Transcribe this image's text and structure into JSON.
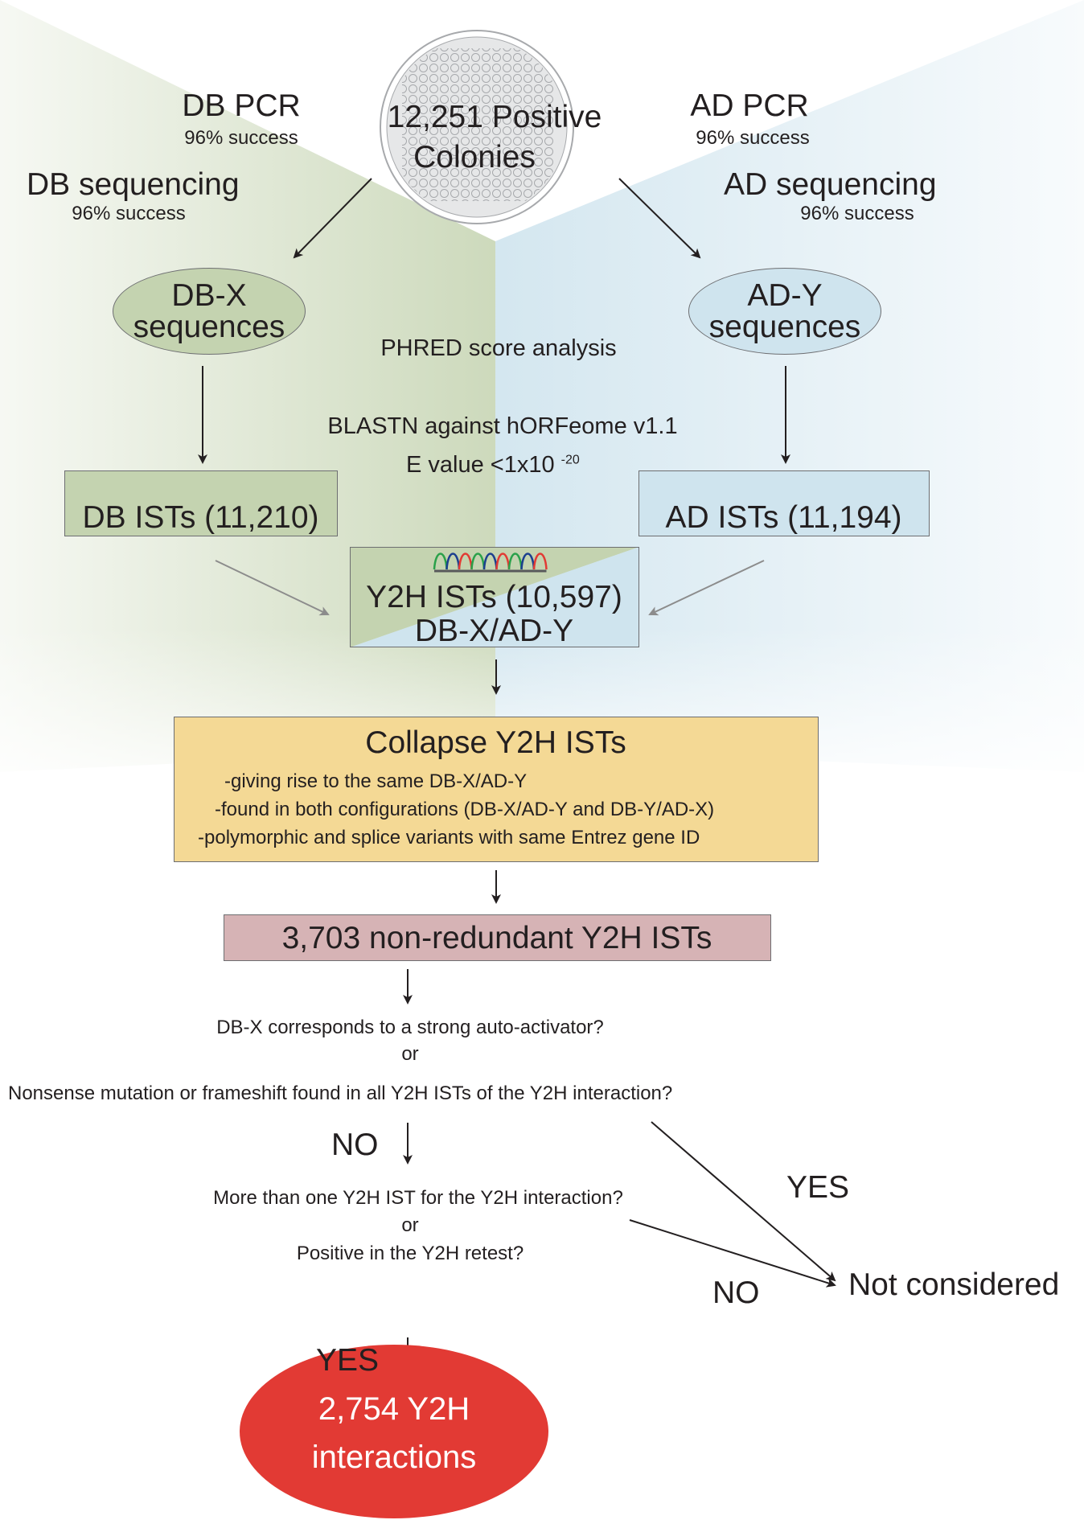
{
  "colors": {
    "green_fill": "#c4d3b0",
    "blue_fill": "#cfe4ee",
    "collapse_fill": "#f4d995",
    "nonredundant_fill": "#d6b3b5",
    "final_fill": "#e23a34",
    "final_text": "#ffffff",
    "arrow": "#231f20",
    "arrow_light": "#8c8c8c",
    "wave_colors": [
      "#2aa14a",
      "#1c3f8f",
      "#e23a34",
      "#2aa14a",
      "#1c3f8f",
      "#e23a34",
      "#2aa14a",
      "#1c3f8f",
      "#e23a34"
    ]
  },
  "plate": {
    "title": "12,251 Positive",
    "title2": "Colonies"
  },
  "left": {
    "pcr_label": "DB PCR",
    "pcr_success": "96% success",
    "seq_label": "DB sequencing",
    "seq_success": "96% success",
    "ellipse_line1": "DB-X",
    "ellipse_line2": "sequences",
    "ist_box": "DB ISTs (11,210)"
  },
  "right": {
    "pcr_label": "AD PCR",
    "pcr_success": "96% success",
    "seq_label": "AD sequencing",
    "seq_success": "96% success",
    "ellipse_line1": "AD-Y",
    "ellipse_line2": "sequences",
    "ist_box": "AD ISTs (11,194)"
  },
  "center": {
    "phred": "PHRED score analysis",
    "blastn": "BLASTN against hORFeome v1.1",
    "evalue": "E value <1x10",
    "evalue_exp": "-20"
  },
  "y2h_box": {
    "line1": "Y2H ISTs (10,597)",
    "line2": "DB-X/AD-Y"
  },
  "collapse": {
    "title": "Collapse Y2H ISTs",
    "items": [
      "-giving rise to the same DB-X/AD-Y",
      "-found in both configurations (DB-X/AD-Y and DB-Y/AD-X)",
      "-polymorphic and splice variants with same Entrez gene ID"
    ]
  },
  "nonredundant": "3,703 non-redundant Y2H ISTs",
  "question1": {
    "line1": "DB-X corresponds to a strong auto-activator?",
    "or": "or",
    "line2": "Nonsense mutation or frameshift found in all Y2H ISTs of the Y2H interaction?"
  },
  "question2": {
    "line1": "More than one Y2H IST for the Y2H interaction?",
    "or": "or",
    "line2": "Positive in the Y2H retest?"
  },
  "branches": {
    "no1": "NO",
    "yes1": "YES",
    "no2": "NO",
    "yes2": "YES",
    "not_considered": "Not considered"
  },
  "final": {
    "line1": "2,754 Y2H",
    "line2": "interactions"
  }
}
